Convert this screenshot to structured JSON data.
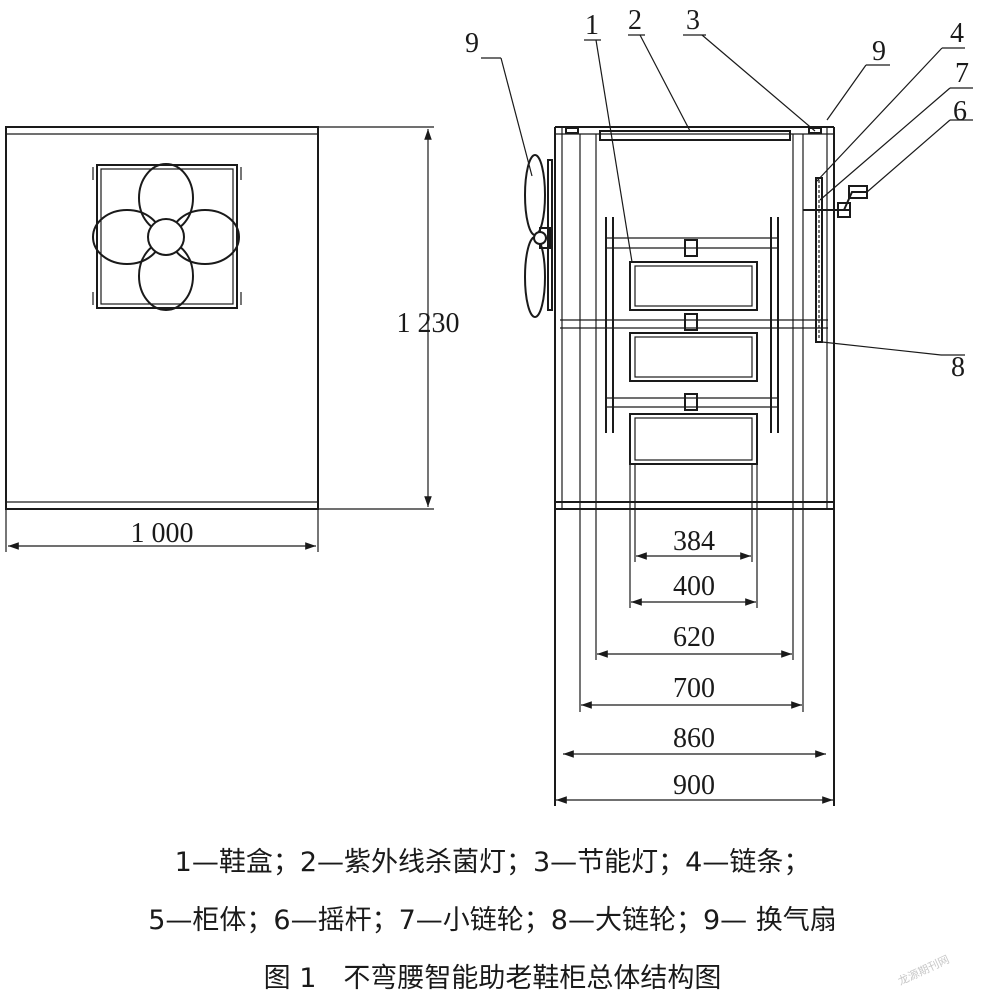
{
  "dimensions": {
    "front_width": "1 000",
    "front_height": "1 230",
    "d384": "384",
    "d400": "400",
    "d620": "620",
    "d700": "700",
    "d860": "860",
    "d900": "900"
  },
  "callouts": {
    "c1": "1",
    "c2": "2",
    "c3": "3",
    "c4": "4",
    "c6": "6",
    "c7": "7",
    "c8": "8",
    "c9_left": "9",
    "c9_right": "9"
  },
  "legend": {
    "line1": "1—鞋盒；2—紫外线杀菌灯；3—节能灯；4—链条；",
    "line2": "5—柜体；6—摇杆；7—小链轮；8—大链轮；9— 换气扇"
  },
  "figure_title": "图 1　不弯腰智能助老鞋柜总体结构图",
  "watermark": "龙源期刊网"
}
